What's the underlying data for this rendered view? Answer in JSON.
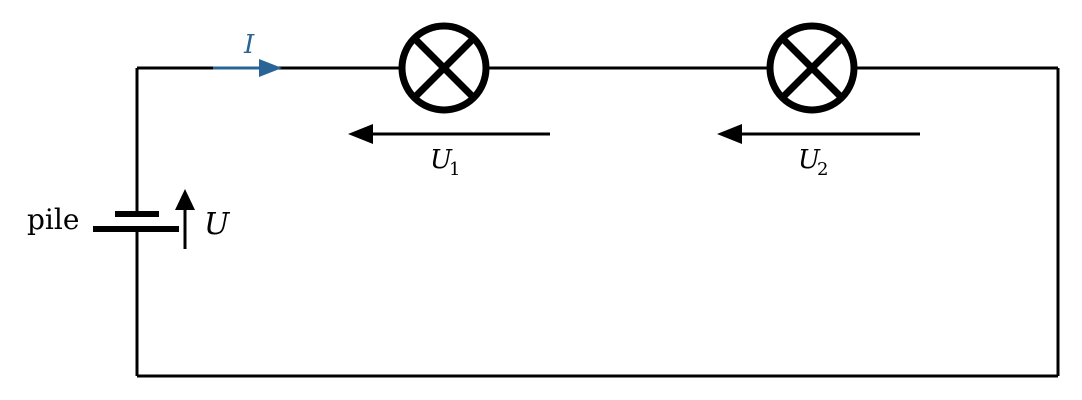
{
  "battery": {
    "label": "pile",
    "voltage_symbol": "U"
  },
  "current": {
    "symbol": "I",
    "color": "#2a6496"
  },
  "lamps": [
    {
      "voltage_symbol": "U",
      "voltage_index": "1"
    },
    {
      "voltage_symbol": "U",
      "voltage_index": "2"
    }
  ],
  "colors": {
    "wire": "#000000",
    "current_arrow": "#2a6496"
  }
}
